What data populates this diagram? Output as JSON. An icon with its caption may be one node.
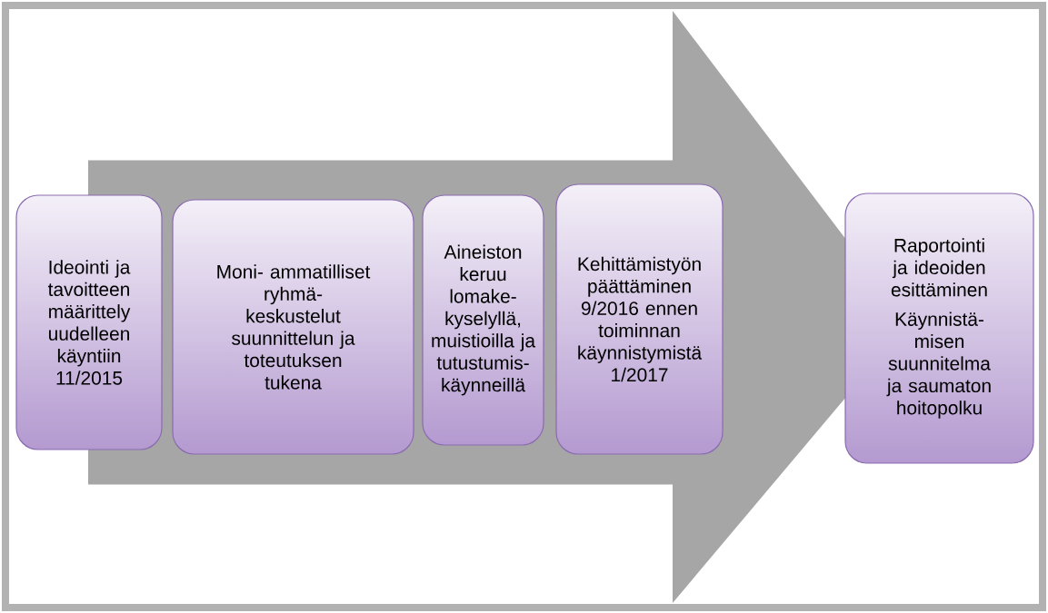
{
  "diagram": {
    "nodes": [
      {
        "text": [
          "Ideointi ja tavoitteen määrittely uudelleen käyntiin 11/2015"
        ]
      },
      {
        "text": [
          "Moni- ammatilliset ryhmä- keskustelut suunnittelun ja toteutuksen tukena"
        ]
      },
      {
        "text": [
          "Aineiston keruu lomake- kyselyllä, muistioilla ja tutustumis- käynneillä"
        ]
      },
      {
        "text": [
          "Kehittämistyön päättäminen 9/2016 ennen toiminnan käynnistymistä 1/2017"
        ]
      },
      {
        "text": [
          "Raportointi ja ideoiden esittäminen",
          "Käynnistä- misen suunnitelma ja saumaton hoitopolku"
        ]
      }
    ],
    "edges": [
      {
        "from": 0,
        "to": 4,
        "arrow": "to"
      }
    ]
  }
}
